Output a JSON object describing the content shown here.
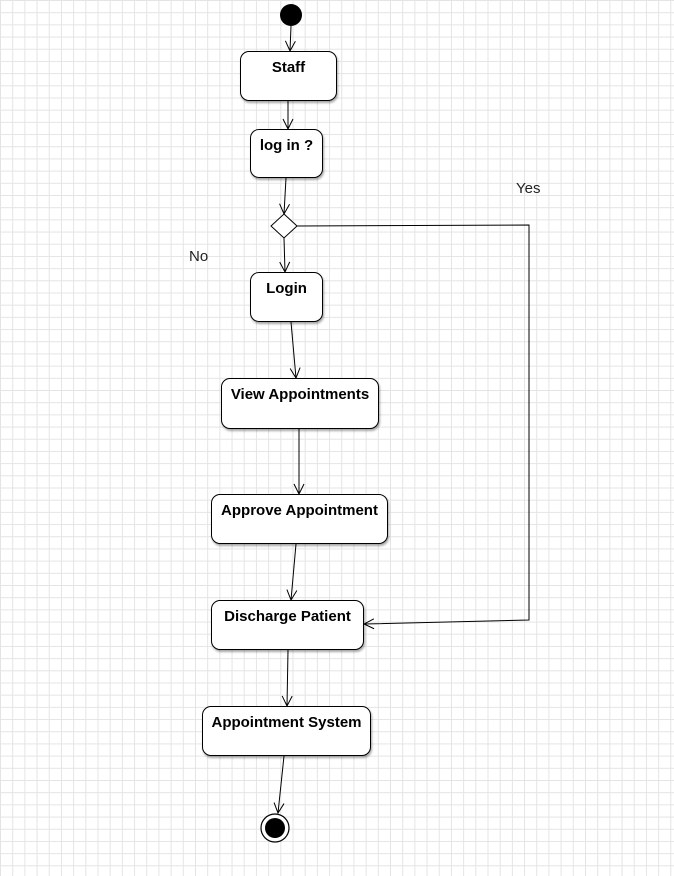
{
  "diagram": {
    "type": "activity",
    "nodes": {
      "staff": "Staff",
      "login_question": "log in ?",
      "login": "Login",
      "view_appointments": "View Appointments",
      "approve_appointment": "Approve Appointment",
      "discharge_patient": "Discharge Patient",
      "appointment_system": "Appointment System"
    },
    "guards": {
      "yes": "Yes",
      "no": "No"
    },
    "edges": [
      {
        "from": "start",
        "to": "staff"
      },
      {
        "from": "staff",
        "to": "login_question"
      },
      {
        "from": "login_question",
        "to": "decision"
      },
      {
        "from": "decision",
        "to": "login",
        "guard": "No"
      },
      {
        "from": "decision",
        "to": "discharge_patient",
        "guard": "Yes"
      },
      {
        "from": "login",
        "to": "view_appointments"
      },
      {
        "from": "view_appointments",
        "to": "approve_appointment"
      },
      {
        "from": "approve_appointment",
        "to": "discharge_patient"
      },
      {
        "from": "discharge_patient",
        "to": "appointment_system"
      },
      {
        "from": "appointment_system",
        "to": "end"
      }
    ]
  }
}
